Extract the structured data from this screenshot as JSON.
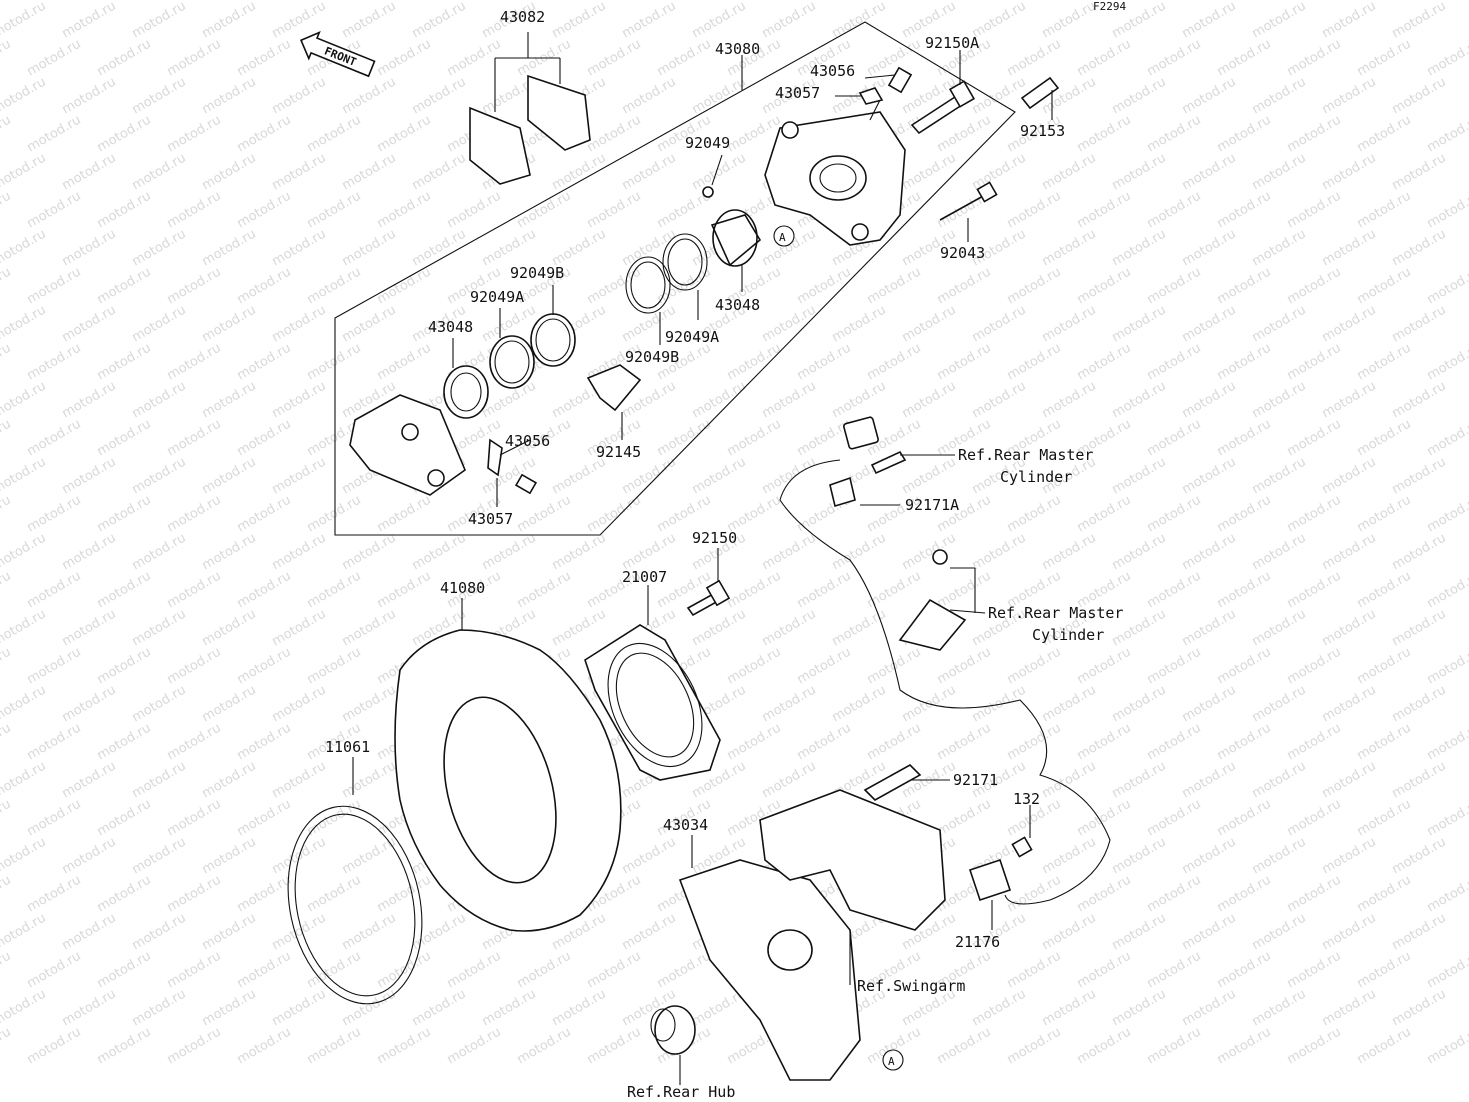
{
  "diagram_code": "F2294",
  "watermark": "motod.ru",
  "front_label": "FRONT",
  "callout_marker": "A",
  "labels": {
    "p43082": "43082",
    "p43080": "43080",
    "p92150A": "92150A",
    "p43056_top": "43056",
    "p43057_top": "43057",
    "p92153": "92153",
    "p92049": "92049",
    "p92043": "92043",
    "p43048_right": "43048",
    "p92049A_right": "92049A",
    "p92049B_right": "92049B",
    "p92049B_left": "92049B",
    "p92049A_left": "92049A",
    "p43048_left": "43048",
    "p92145": "92145",
    "p43056_bottom": "43056",
    "p43057_bottom": "43057",
    "p92150": "92150",
    "p21007": "21007",
    "p41080": "41080",
    "p11061": "11061",
    "p43034": "43034",
    "p92171A": "92171A",
    "p92171": "92171",
    "p132": "132",
    "p21176": "21176",
    "ref_master_cyl_1a": "Ref.Rear Master",
    "ref_master_cyl_1b": "Cylinder",
    "ref_master_cyl_2a": "Ref.Rear Master",
    "ref_master_cyl_2b": "Cylinder",
    "ref_swingarm": "Ref.Swingarm",
    "ref_rear_hub": "Ref.Rear Hub"
  }
}
